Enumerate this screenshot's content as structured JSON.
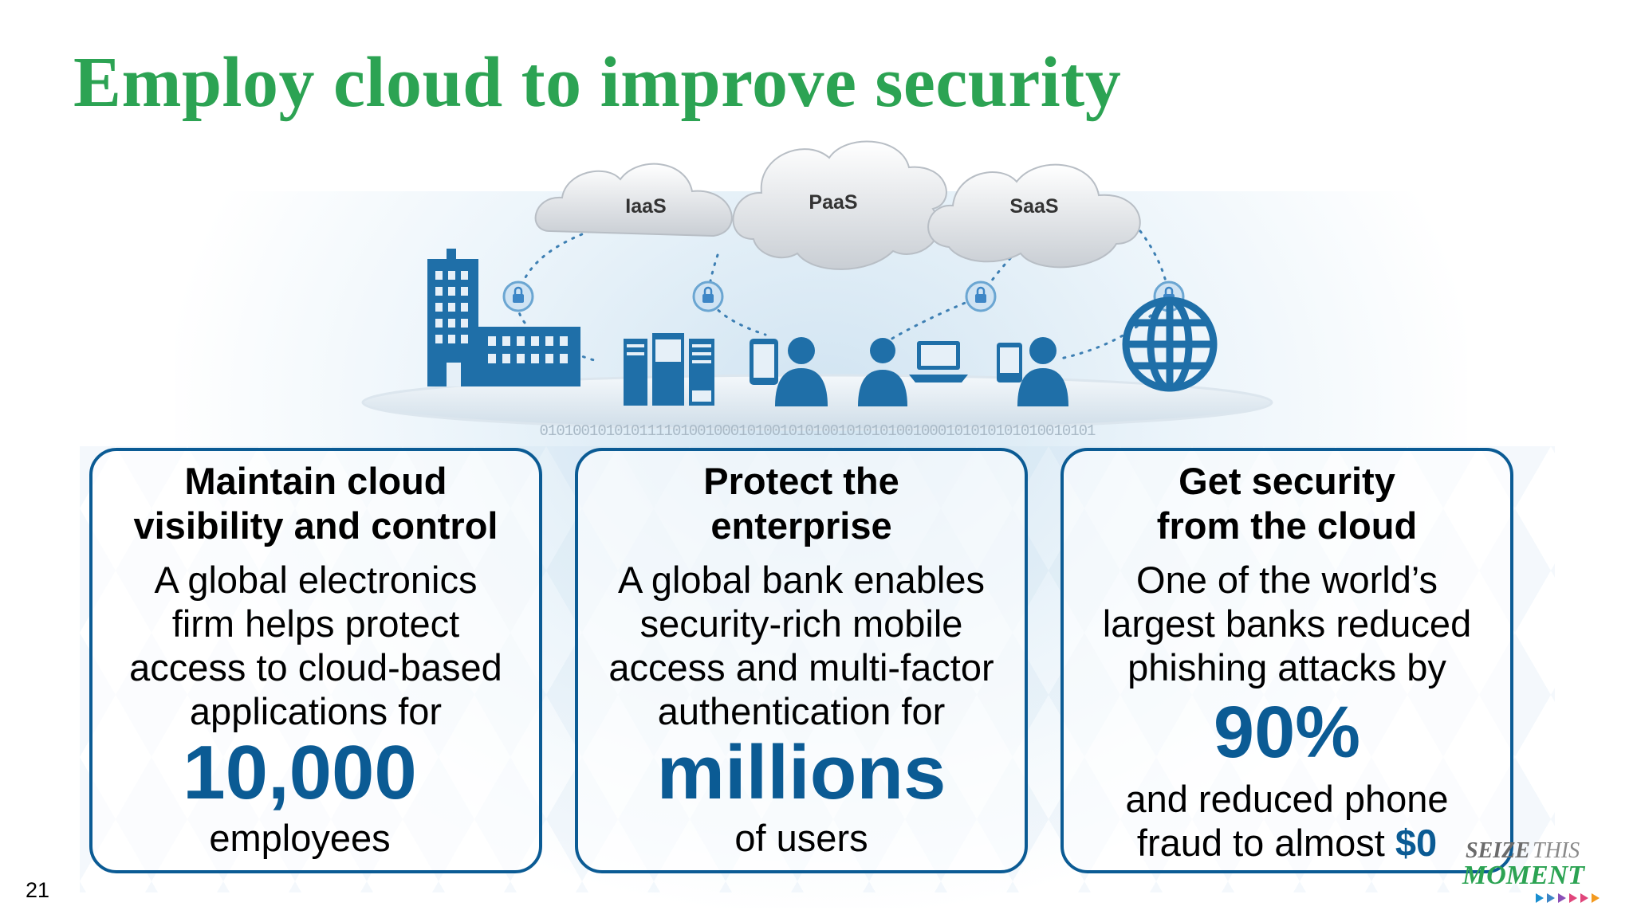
{
  "slide": {
    "title": "Employ cloud to improve security",
    "page_number": "21"
  },
  "illustration": {
    "clouds": [
      {
        "label": "IaaS"
      },
      {
        "label": "PaaS"
      },
      {
        "label": "SaaS"
      }
    ],
    "binary_strip": "0101001010101111010010001010010101001010101001000101010101010010101"
  },
  "cards": [
    {
      "heading_line1": "Maintain cloud",
      "heading_line2": "visibility and control",
      "text": [
        "A global electronics",
        "firm helps protect",
        "access to cloud-based",
        "applications for"
      ],
      "stat": "10,000",
      "after": [
        "employees"
      ]
    },
    {
      "heading_line1": "Protect the",
      "heading_line2": "enterprise",
      "text": [
        "A global bank enables",
        "security-rich mobile",
        "access and multi-factor",
        "authentication for"
      ],
      "stat": "millions",
      "after": [
        "of users"
      ]
    },
    {
      "heading_line1": "Get security",
      "heading_line2": "from the cloud",
      "text": [
        "One of the world’s",
        "largest banks reduced",
        "phishing attacks by"
      ],
      "stat": "90%",
      "after": [
        "and reduced phone"
      ],
      "after_last_prefix": "fraud to almost ",
      "after_last_stat": "$0"
    }
  ],
  "logo": {
    "word1": "SEIZE",
    "word2": "THIS",
    "word3": "MOMENT",
    "colors": [
      "#2ca353",
      "#888888",
      "#1a8fd0",
      "#8a4fb6",
      "#e0457b",
      "#f39a1f"
    ]
  },
  "colors": {
    "title_green": "#2ca353",
    "accent_blue": "#0b5b94",
    "icon_blue": "#1f6fa8"
  }
}
